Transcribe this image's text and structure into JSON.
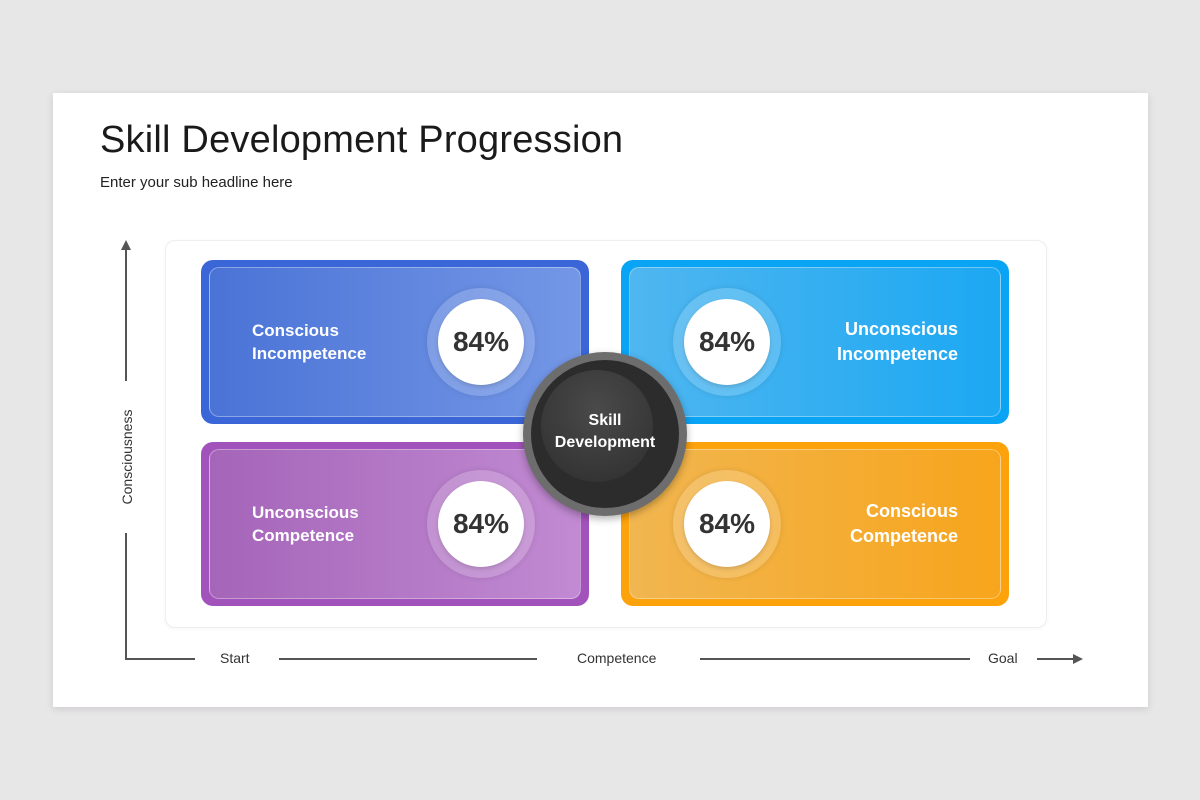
{
  "slide": {
    "title": "Skill Development Progression",
    "subtitle": "Enter your sub headline here"
  },
  "center": {
    "line1": "Skill",
    "line2": "Development"
  },
  "quadrants": [
    {
      "position": "top-left",
      "label_line1": "Conscious",
      "label_line2": "Incompetence",
      "value": "84%",
      "color": "#3a66d8"
    },
    {
      "position": "top-right",
      "label_line1": "Unconscious",
      "label_line2": "Incompetence",
      "value": "84%",
      "color": "#0aa4f5"
    },
    {
      "position": "bottom-left",
      "label_line1": "Unconscious",
      "label_line2": "Competence",
      "value": "84%",
      "color": "#a253bb"
    },
    {
      "position": "bottom-right",
      "label_line1": "Conscious",
      "label_line2": "Competence",
      "value": "84%",
      "color": "#fca20a"
    }
  ],
  "axes": {
    "y_label": "Consciousness",
    "x_start": "Start",
    "x_label": "Competence",
    "x_end": "Goal"
  }
}
